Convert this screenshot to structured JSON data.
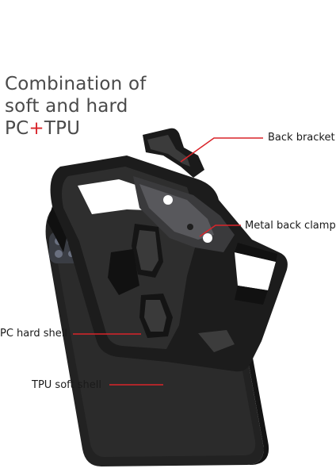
{
  "headline": {
    "line1": "Combination of",
    "line2": "soft and hard",
    "line3_pc": "PC",
    "line3_plus": "+",
    "line3_tpu": "TPU"
  },
  "callouts": {
    "back_bracket": "Back bracket",
    "metal_back_clamp": "Metal back clamp",
    "pc_hard_shell": "PC hard shell",
    "tpu_soft_shell": "TPU soft shell"
  },
  "colors": {
    "headline_text": "#4a4a4a",
    "accent_plus": "#d9242a",
    "leader_line": "#d9242a",
    "case_dark": "#1e1e1e",
    "case_mid": "#2f2f2f",
    "case_highlight": "#4a4a4a"
  }
}
